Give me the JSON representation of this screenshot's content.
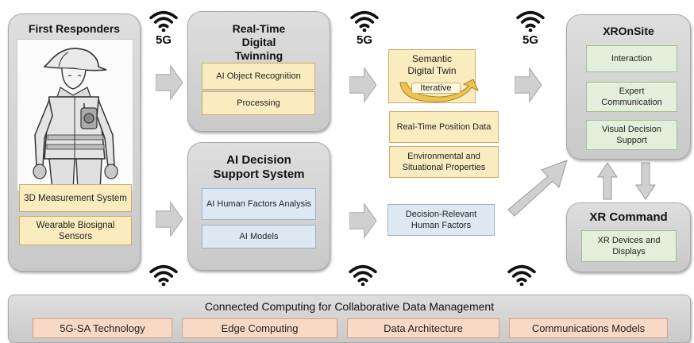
{
  "first_responders": {
    "title": "First Responders",
    "items": [
      "3D Measurement System",
      "Wearable Biosignal Sensors"
    ]
  },
  "network": {
    "label_5g": "5G"
  },
  "digital_twinning": {
    "title": "Real-Time Digital Twinning",
    "items": [
      "AI Object Recognition",
      "Processing"
    ]
  },
  "decision_support": {
    "title": "AI Decision Support System",
    "items": [
      "AI Human Factors Analysis",
      "AI Models"
    ]
  },
  "semantic": {
    "twin": "Semantic Digital Twin",
    "iterative": "Iterative",
    "position": "Real-Time Position Data",
    "environment": "Environmental and Situational Properties",
    "human_factors": "Decision-Relevant Human Factors"
  },
  "xronsite": {
    "title": "XROnSite",
    "items": [
      "Interaction",
      "Expert Communication",
      "Visual Decision Support"
    ]
  },
  "xr_command": {
    "title": "XR Command",
    "items": [
      "XR Devices and Displays"
    ]
  },
  "computing": {
    "title": "Connected Computing for Collaborative Data Management",
    "items": [
      "5G-SA Technology",
      "Edge Computing",
      "Data Architecture",
      "Communications Models"
    ]
  },
  "colors": {
    "panel": "#d3d3d3",
    "yellow_box": "#fbecc0",
    "blue_box": "#dde8f3",
    "green_box": "#e3efdb",
    "peach_box": "#f8d9c6",
    "arrow": "#cfcfcf"
  }
}
